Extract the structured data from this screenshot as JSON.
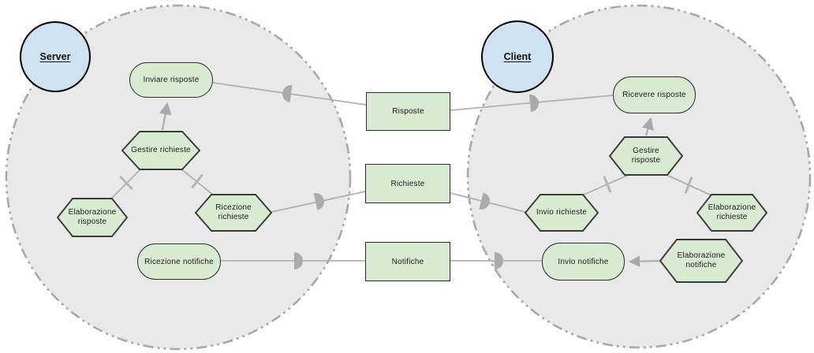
{
  "diagram": {
    "server": {
      "agent_label": "Server",
      "nodes": [
        {
          "id": "inviare-risposte",
          "label": "Inviare risposte",
          "shape": "stadium"
        },
        {
          "id": "gestire-richieste",
          "label": "Gestire richieste",
          "shape": "hexagon"
        },
        {
          "id": "elaborazione-risposte",
          "label": "Elaborazione risposte",
          "shape": "hexagon"
        },
        {
          "id": "ricezione-richieste",
          "label": "Ricezione richieste",
          "shape": "hexagon"
        },
        {
          "id": "ricezione-notifiche",
          "label": "Ricezione notifiche",
          "shape": "stadium"
        }
      ]
    },
    "channels": [
      {
        "id": "risposte",
        "label": "Risposte"
      },
      {
        "id": "richieste",
        "label": "Richieste"
      },
      {
        "id": "notifiche",
        "label": "Notifiche"
      }
    ],
    "client": {
      "agent_label": "Client",
      "nodes": [
        {
          "id": "ricevere-risposte",
          "label": "Ricevere risposte",
          "shape": "stadium"
        },
        {
          "id": "gestire-risposte",
          "label": "Gestire risposte",
          "shape": "hexagon"
        },
        {
          "id": "invio-richieste",
          "label": "Invio richieste",
          "shape": "hexagon"
        },
        {
          "id": "elaborazione-richieste",
          "label": "Elaborazione richieste",
          "shape": "hexagon"
        },
        {
          "id": "invio-notifiche",
          "label": "Invio notifiche",
          "shape": "stadium"
        },
        {
          "id": "elaborazione-notifiche",
          "label": "Elaborazione notifiche",
          "shape": "hexagon"
        }
      ]
    },
    "colors": {
      "node_fill": "#d9ead3",
      "node_border": "#2e2e2e",
      "agent_fill": "#cfe2f3",
      "agent_border": "#000000",
      "region_fill": "#e9e9e9",
      "region_border": "#a9a9a9",
      "connector": "#b1b1b1",
      "connector_symbol": "#ababab"
    }
  }
}
